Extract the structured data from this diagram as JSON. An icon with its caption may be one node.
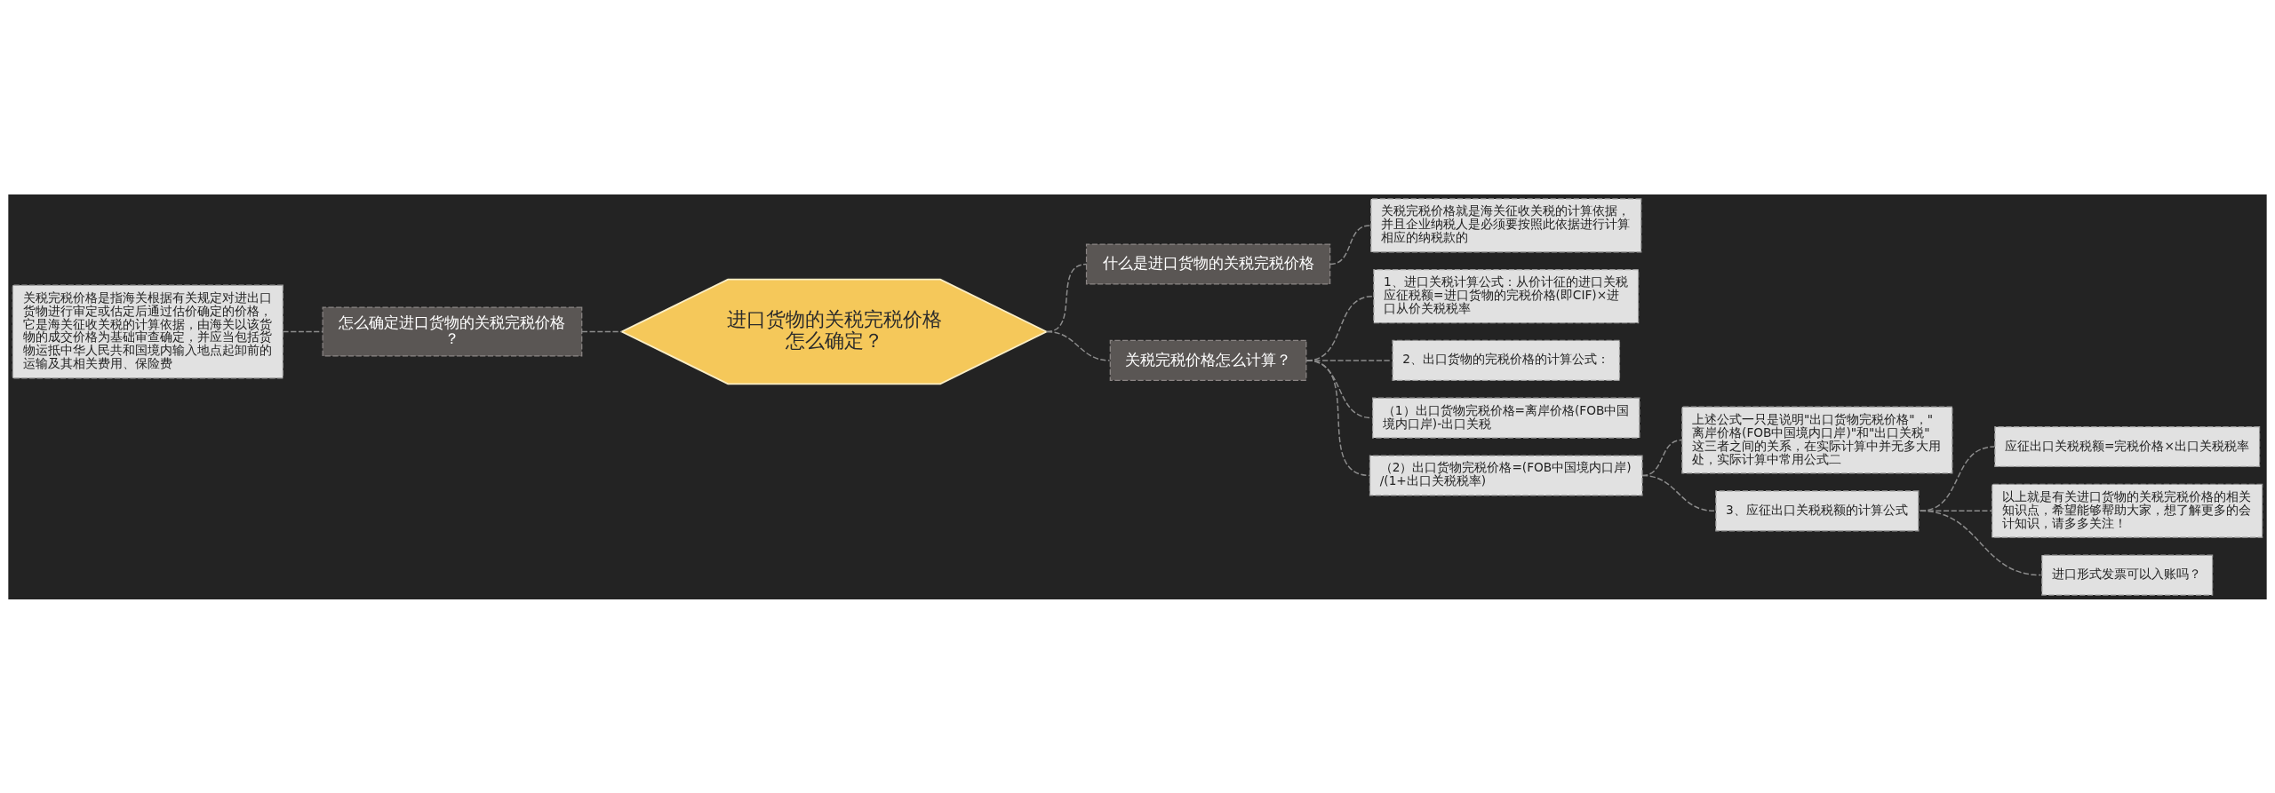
{
  "diagram": {
    "nodes": [
      {
        "text": [
          "关税完税价格是指海关根据有关规定对进出口货物进行审定或估定后通过估价确定的价格，它是海关征收关税的计算依据，由海关以该货物的成交价格为基础审查确定，并应当包括货物运抵中华人民共和国境内输入地点起卸前的运输及其相关费用、保险费"
        ]
      },
      {
        "text": [
          "怎么确定进口货物的关税完税价格？"
        ]
      },
      {
        "text": [
          "进口货物的关税完税价格怎么确定？"
        ]
      },
      {
        "text": [
          "什么是进口货物的关税完税价格"
        ]
      },
      {
        "text": [
          "关税完税价格就是海关征收关税的计算依据，并且企业纳税人是必须要按照此依据进行计算相应的纳税款的"
        ]
      },
      {
        "text": [
          "关税完税价格怎么计算？"
        ]
      },
      {
        "text": [
          "1、进口关税计算公式：从价计征的进口关税应征税额=进口货物的完税价格(即CIF)×进口从价关税税率"
        ]
      },
      {
        "text": [
          "2、出口货物的完税价格的计算公式："
        ]
      },
      {
        "text": [
          "（1）出口货物完税价格=离岸价格(FOB中国境内口岸)-出口关税"
        ]
      },
      {
        "text": [
          "（2）出口货物完税价格=(FOB中国境内口岸)/(1+出口关税税率)"
        ]
      },
      {
        "text": [
          "上述公式一只是说明\"出口货物完税价格\"，\"离岸价格(FOB中国境内口岸)\"和\"出口关税\"这三者之间的关系，在实际计算中并无多大用处，实际计算中常用公式二"
        ]
      },
      {
        "text": [
          "3、应征出口关税税额的计算公式"
        ]
      },
      {
        "text": [
          "应征出口关税税额=完税价格×出口关税税率"
        ]
      },
      {
        "text": [
          "以上就是有关进口货物的关税完税价格的相关知识点，希望能够帮助大家，想了解更多的会计知识，请多多关注！"
        ]
      },
      {
        "text": [
          "进口形式发票可以入账吗？"
        ]
      }
    ],
    "edges": [
      {
        "from": 0,
        "to": 1,
        "arrow": "none",
        "style": "dashed"
      },
      {
        "from": 1,
        "to": 2,
        "arrow": "none",
        "style": "dashed"
      },
      {
        "from": 2,
        "to": 3,
        "arrow": "none",
        "style": "dashed"
      },
      {
        "from": 3,
        "to": 4,
        "arrow": "none",
        "style": "dashed"
      },
      {
        "from": 2,
        "to": 5,
        "arrow": "none",
        "style": "dashed"
      },
      {
        "from": 5,
        "to": 6,
        "arrow": "none",
        "style": "dashed"
      },
      {
        "from": 5,
        "to": 7,
        "arrow": "none",
        "style": "dashed"
      },
      {
        "from": 5,
        "to": 8,
        "arrow": "none",
        "style": "dashed"
      },
      {
        "from": 5,
        "to": 9,
        "arrow": "none",
        "style": "dashed"
      },
      {
        "from": 9,
        "to": 10,
        "arrow": "none",
        "style": "dashed"
      },
      {
        "from": 9,
        "to": 11,
        "arrow": "none",
        "style": "dashed"
      },
      {
        "from": 11,
        "to": 12,
        "arrow": "none",
        "style": "dashed"
      },
      {
        "from": 11,
        "to": 13,
        "arrow": "none",
        "style": "dashed"
      },
      {
        "from": 11,
        "to": 14,
        "arrow": "none",
        "style": "dashed"
      }
    ]
  }
}
